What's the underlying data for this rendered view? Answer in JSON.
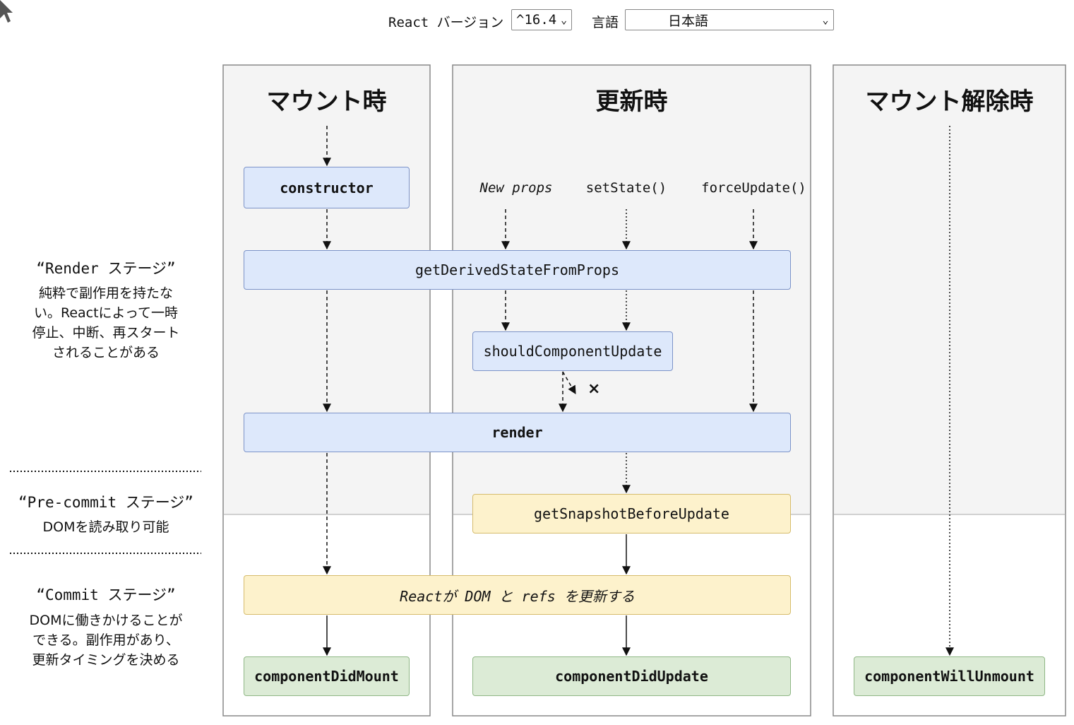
{
  "header": {
    "version_label": "React バージョン",
    "version_value": "^16.4",
    "language_label": "言語",
    "language_value": "日本語"
  },
  "phases": {
    "mount": "マウント時",
    "update": "更新時",
    "unmount": "マウント解除時"
  },
  "triggers": {
    "new_props": "New props",
    "set_state": "setState()",
    "force_update": "forceUpdate()"
  },
  "methods": {
    "constructor": "constructor",
    "get_derived": "getDerivedStateFromProps",
    "should_update": "shouldComponentUpdate",
    "render": "render",
    "snapshot": "getSnapshotBeforeUpdate",
    "react_updates": "Reactが DOM と refs を更新する",
    "did_mount": "componentDidMount",
    "did_update": "componentDidUpdate",
    "will_unmount": "componentWillUnmount"
  },
  "cancel_mark": "×",
  "stages": {
    "render_title": "“Render ステージ”",
    "render_desc": "純粋で副作用を持たない。Reactによって一時停止、中断、再スタートされることがある",
    "precommit_title": "“Pre-commit ステージ”",
    "precommit_desc": "DOMを読み取り可能",
    "commit_title": "“Commit ステージ”",
    "commit_desc": "DOMに働きかけることができる。副作用があり、更新タイミングを決める"
  },
  "colors": {
    "render_fill": "#dde8fb",
    "precommit_fill": "#fdf2cc",
    "commit_fill": "#dcebd6",
    "column_bg": "#f4f4f4"
  }
}
